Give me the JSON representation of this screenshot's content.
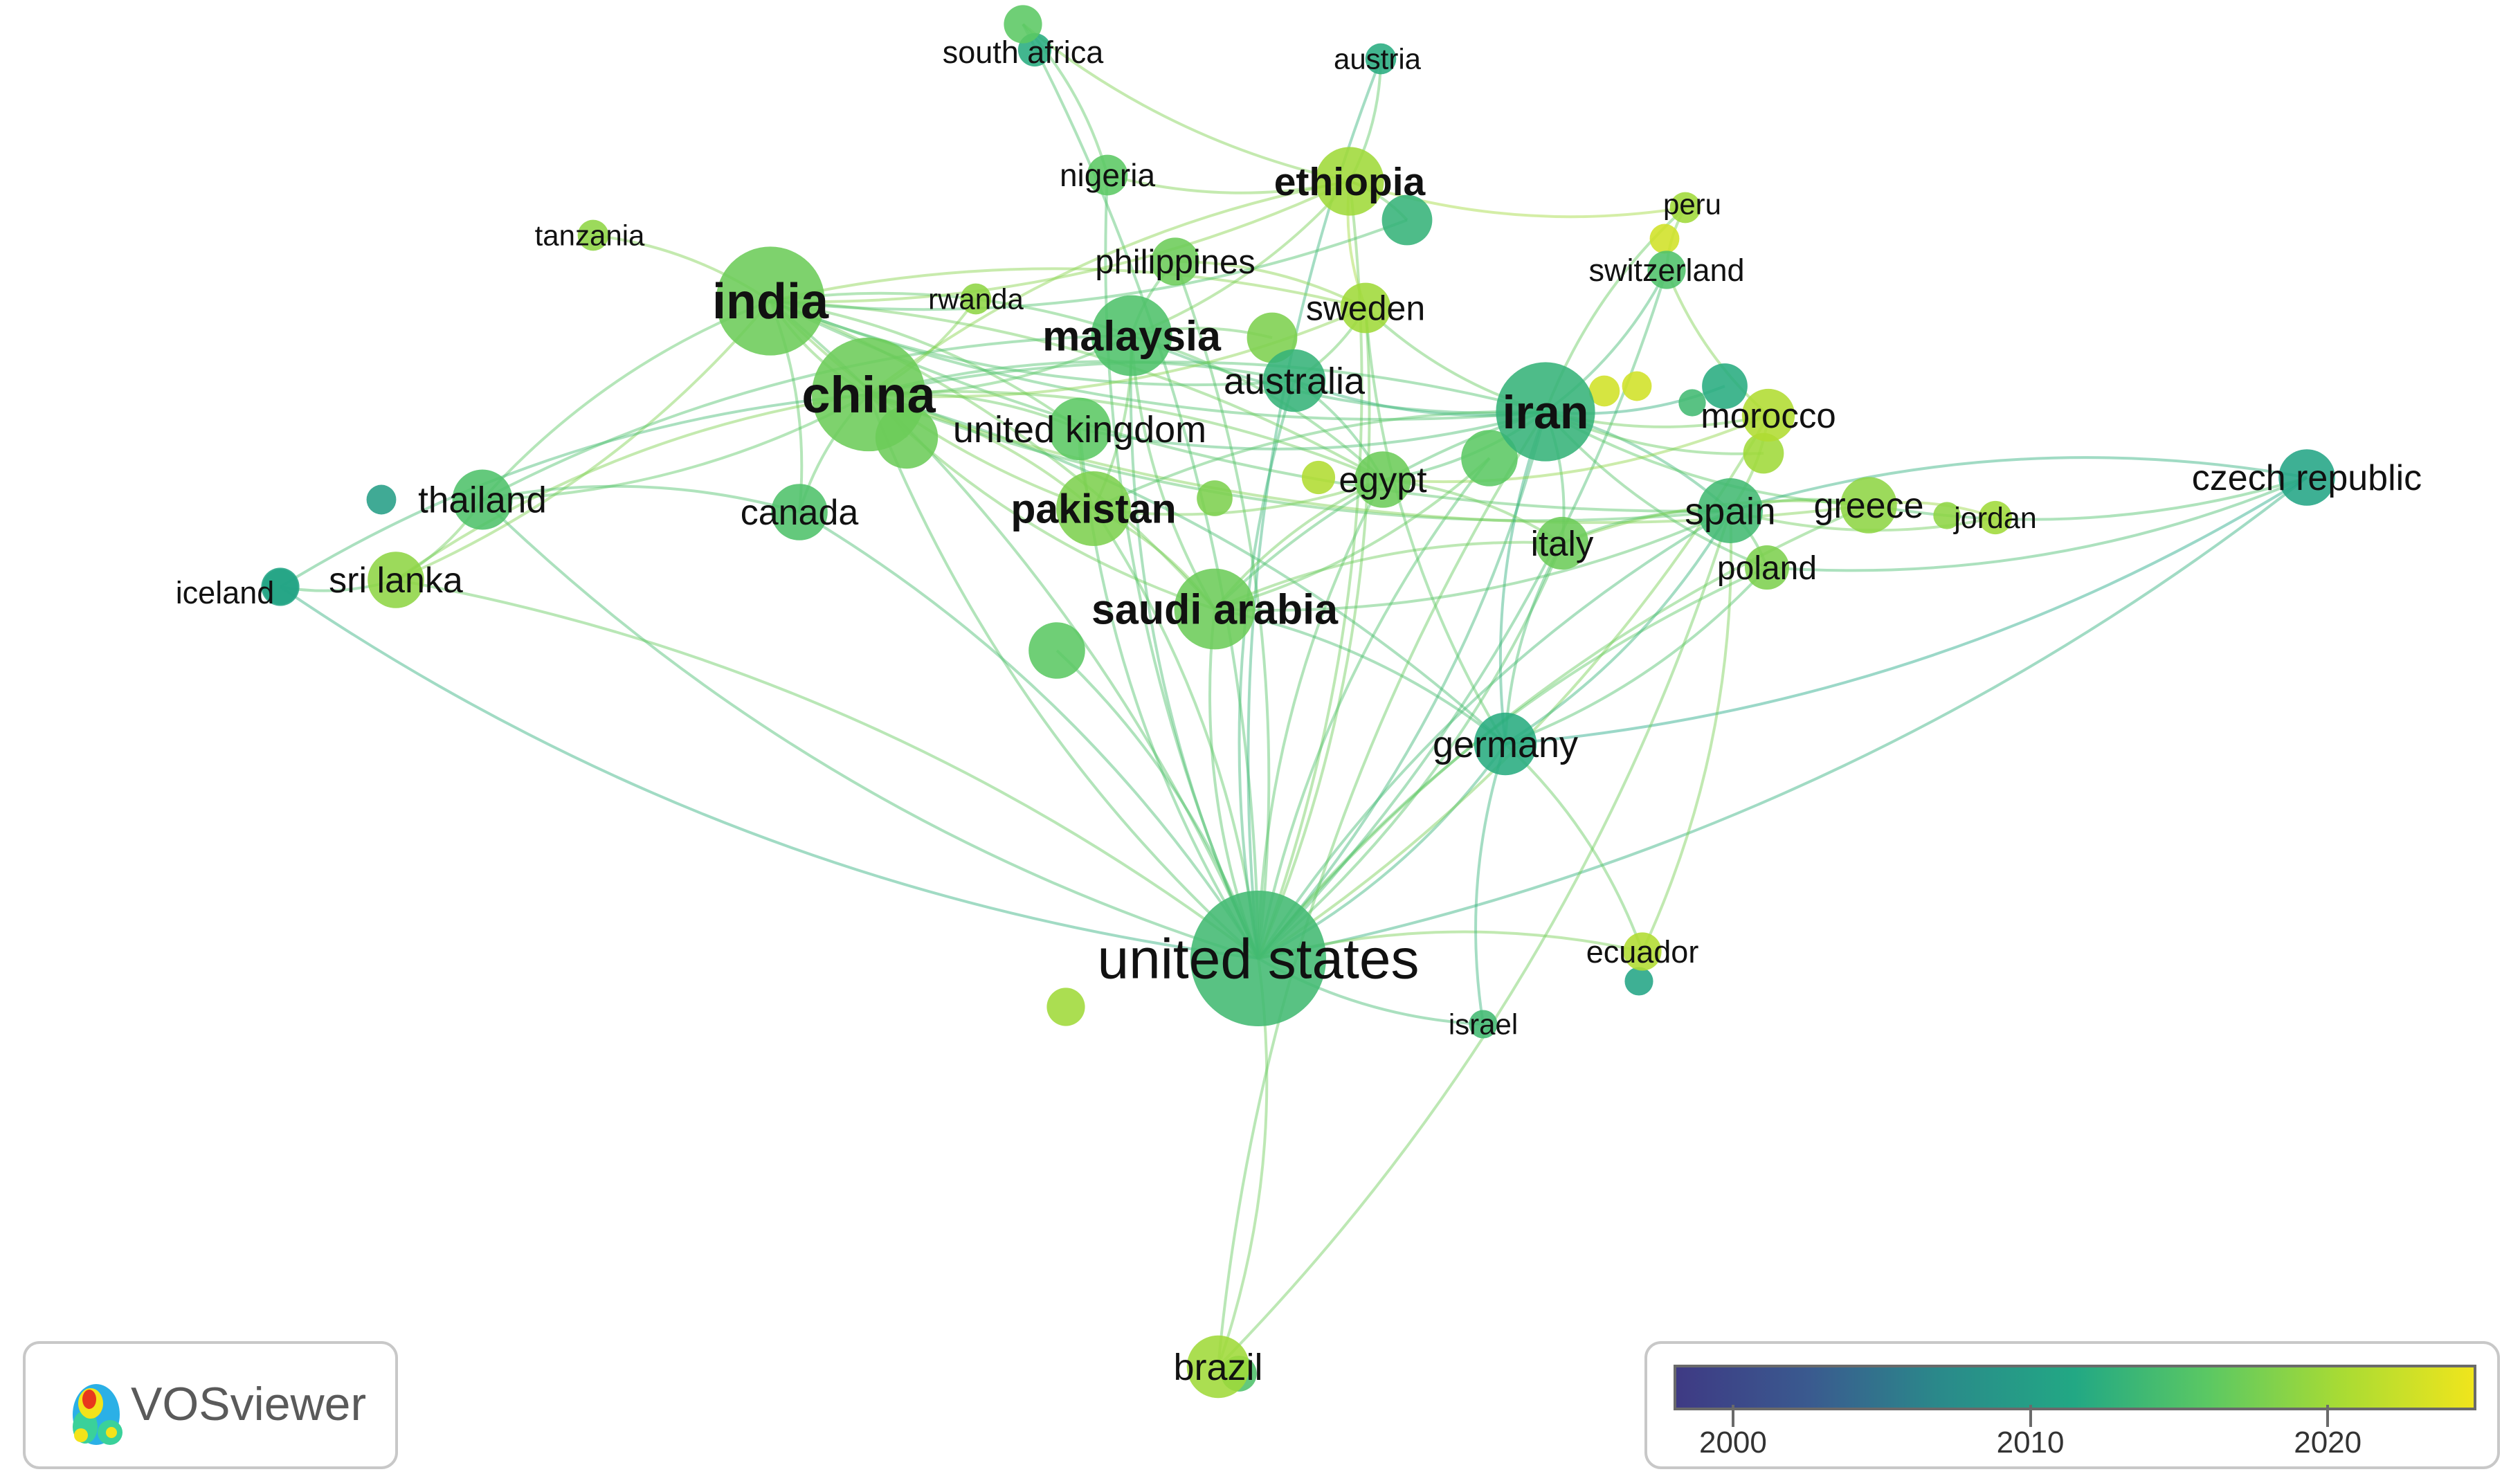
{
  "app": {
    "name": "VOSviewer"
  },
  "network": {
    "nodes": [
      {
        "id": "united_states",
        "label": "united states",
        "weight": 1.0,
        "year": 2014
      },
      {
        "id": "india",
        "label": "india",
        "weight": 0.78,
        "year": 2017
      },
      {
        "id": "china",
        "label": "china",
        "weight": 0.82,
        "year": 2017
      },
      {
        "id": "iran",
        "label": "iran",
        "weight": 0.7,
        "year": 2013
      },
      {
        "id": "malaysia",
        "label": "malaysia",
        "weight": 0.55,
        "year": 2015
      },
      {
        "id": "ethiopia",
        "label": "ethiopia",
        "weight": 0.45,
        "year": 2020
      },
      {
        "id": "saudi_arabia",
        "label": "saudi arabia",
        "weight": 0.55,
        "year": 2017
      },
      {
        "id": "pakistan",
        "label": "pakistan",
        "weight": 0.5,
        "year": 2018
      },
      {
        "id": "spain",
        "label": "spain",
        "weight": 0.42,
        "year": 2014
      },
      {
        "id": "germany",
        "label": "germany",
        "weight": 0.4,
        "year": 2012
      },
      {
        "id": "brazil",
        "label": "brazil",
        "weight": 0.4,
        "year": 2020
      },
      {
        "id": "czech_republic",
        "label": "czech republic",
        "weight": 0.35,
        "year": 2011
      },
      {
        "id": "united_kingdom",
        "label": "united kingdom",
        "weight": 0.4,
        "year": 2016
      },
      {
        "id": "canada",
        "label": "canada",
        "weight": 0.35,
        "year": 2015
      },
      {
        "id": "thailand",
        "label": "thailand",
        "weight": 0.38,
        "year": 2015
      },
      {
        "id": "sri_lanka",
        "label": "sri lanka",
        "weight": 0.35,
        "year": 2019
      },
      {
        "id": "egypt",
        "label": "egypt",
        "weight": 0.35,
        "year": 2017
      },
      {
        "id": "italy",
        "label": "italy",
        "weight": 0.32,
        "year": 2017
      },
      {
        "id": "greece",
        "label": "greece",
        "weight": 0.35,
        "year": 2019
      },
      {
        "id": "morocco",
        "label": "morocco",
        "weight": 0.32,
        "year": 2021
      },
      {
        "id": "poland",
        "label": "poland",
        "weight": 0.25,
        "year": 2018
      },
      {
        "id": "sweden",
        "label": "sweden",
        "weight": 0.3,
        "year": 2020
      },
      {
        "id": "australia",
        "label": "australia",
        "weight": 0.4,
        "year": 2013
      },
      {
        "id": "philippines",
        "label": "philippines",
        "weight": 0.28,
        "year": 2017
      },
      {
        "id": "nigeria",
        "label": "nigeria",
        "weight": 0.22,
        "year": 2016
      },
      {
        "id": "switzerland",
        "label": "switzerland",
        "weight": 0.2,
        "year": 2015
      },
      {
        "id": "peru",
        "label": "peru",
        "weight": 0.14,
        "year": 2020
      },
      {
        "id": "jordan",
        "label": "jordan",
        "weight": 0.16,
        "year": 2020
      },
      {
        "id": "south_africa",
        "label": "south africa",
        "weight": 0.2,
        "year": 2016
      },
      {
        "id": "austria",
        "label": "austria",
        "weight": 0.14,
        "year": 2012
      },
      {
        "id": "tanzania",
        "label": "tanzania",
        "weight": 0.14,
        "year": 2019
      },
      {
        "id": "rwanda",
        "label": "rwanda",
        "weight": 0.14,
        "year": 2019
      },
      {
        "id": "iceland",
        "label": "iceland",
        "weight": 0.2,
        "year": 2011
      },
      {
        "id": "ecuador",
        "label": "ecuador",
        "weight": 0.2,
        "year": 2021
      },
      {
        "id": "israel",
        "label": "israel",
        "weight": 0.12,
        "year": 2014
      },
      {
        "id": "u1",
        "label": "",
        "weight": 0.35,
        "year": 2016
      },
      {
        "id": "u2",
        "label": "",
        "weight": 0.4,
        "year": 2017
      },
      {
        "id": "u3",
        "label": "",
        "weight": 0.35,
        "year": 2016
      },
      {
        "id": "u4",
        "label": "",
        "weight": 0.3,
        "year": 2018
      },
      {
        "id": "u5",
        "label": "",
        "weight": 0.3,
        "year": 2013
      },
      {
        "id": "u6",
        "label": "",
        "weight": 0.26,
        "year": 2012
      },
      {
        "id": "u7",
        "label": "",
        "weight": 0.22,
        "year": 2020
      },
      {
        "id": "u8",
        "label": "",
        "weight": 0.2,
        "year": 2020
      },
      {
        "id": "u9",
        "label": "",
        "weight": 0.18,
        "year": 2018
      },
      {
        "id": "u10",
        "label": "",
        "weight": 0.16,
        "year": 2021
      },
      {
        "id": "u11",
        "label": "",
        "weight": 0.14,
        "year": 2023
      },
      {
        "id": "u12",
        "label": "",
        "weight": 0.13,
        "year": 2023
      },
      {
        "id": "u13",
        "label": "",
        "weight": 0.13,
        "year": 2023
      },
      {
        "id": "u14",
        "label": "",
        "weight": 0.13,
        "year": 2010
      },
      {
        "id": "u15",
        "label": "",
        "weight": 0.12,
        "year": 2011
      },
      {
        "id": "u16",
        "label": "",
        "weight": 0.11,
        "year": 2019
      },
      {
        "id": "u17",
        "label": "",
        "weight": 0.11,
        "year": 2014
      },
      {
        "id": "u18",
        "label": "",
        "weight": 0.18,
        "year": 2015
      },
      {
        "id": "u19",
        "label": "",
        "weight": 0.16,
        "year": 2012
      },
      {
        "id": "u20",
        "label": "",
        "weight": 0.18,
        "year": 2010
      }
    ],
    "links": [
      [
        "united_states",
        "india"
      ],
      [
        "united_states",
        "china"
      ],
      [
        "united_states",
        "iran"
      ],
      [
        "united_states",
        "malaysia"
      ],
      [
        "united_states",
        "ethiopia"
      ],
      [
        "united_states",
        "saudi_arabia"
      ],
      [
        "united_states",
        "pakistan"
      ],
      [
        "united_states",
        "spain"
      ],
      [
        "united_states",
        "germany"
      ],
      [
        "united_states",
        "brazil"
      ],
      [
        "united_states",
        "czech_republic"
      ],
      [
        "united_states",
        "united_kingdom"
      ],
      [
        "united_states",
        "canada"
      ],
      [
        "united_states",
        "thailand"
      ],
      [
        "united_states",
        "sri_lanka"
      ],
      [
        "united_states",
        "egypt"
      ],
      [
        "united_states",
        "italy"
      ],
      [
        "united_states",
        "greece"
      ],
      [
        "united_states",
        "sweden"
      ],
      [
        "united_states",
        "australia"
      ],
      [
        "united_states",
        "philippines"
      ],
      [
        "united_states",
        "nigeria"
      ],
      [
        "united_states",
        "south_africa"
      ],
      [
        "united_states",
        "ecuador"
      ],
      [
        "united_states",
        "israel"
      ],
      [
        "united_states",
        "poland"
      ],
      [
        "united_states",
        "morocco"
      ],
      [
        "united_states",
        "austria"
      ],
      [
        "united_states",
        "switzerland"
      ],
      [
        "united_states",
        "iceland"
      ],
      [
        "united_states",
        "u1"
      ],
      [
        "united_states",
        "u3"
      ],
      [
        "india",
        "china"
      ],
      [
        "india",
        "malaysia"
      ],
      [
        "india",
        "ethiopia"
      ],
      [
        "india",
        "saudi_arabia"
      ],
      [
        "india",
        "pakistan"
      ],
      [
        "india",
        "united_kingdom"
      ],
      [
        "india",
        "thailand"
      ],
      [
        "india",
        "sri_lanka"
      ],
      [
        "india",
        "iran"
      ],
      [
        "india",
        "sweden"
      ],
      [
        "india",
        "tanzania"
      ],
      [
        "india",
        "egypt"
      ],
      [
        "india",
        "australia"
      ],
      [
        "india",
        "canada"
      ],
      [
        "india",
        "spain"
      ],
      [
        "china",
        "iran"
      ],
      [
        "china",
        "malaysia"
      ],
      [
        "china",
        "pakistan"
      ],
      [
        "china",
        "saudi_arabia"
      ],
      [
        "china",
        "united_kingdom"
      ],
      [
        "china",
        "canada"
      ],
      [
        "china",
        "thailand"
      ],
      [
        "china",
        "sri_lanka"
      ],
      [
        "china",
        "australia"
      ],
      [
        "china",
        "sweden"
      ],
      [
        "china",
        "germany"
      ],
      [
        "china",
        "spain"
      ],
      [
        "china",
        "egypt"
      ],
      [
        "china",
        "greece"
      ],
      [
        "china",
        "ethiopia"
      ],
      [
        "china",
        "iceland"
      ],
      [
        "iran",
        "malaysia"
      ],
      [
        "iran",
        "saudi_arabia"
      ],
      [
        "iran",
        "spain"
      ],
      [
        "iran",
        "germany"
      ],
      [
        "iran",
        "italy"
      ],
      [
        "iran",
        "morocco"
      ],
      [
        "iran",
        "egypt"
      ],
      [
        "iran",
        "switzerland"
      ],
      [
        "iran",
        "peru"
      ],
      [
        "iran",
        "greece"
      ],
      [
        "iran",
        "sweden"
      ],
      [
        "iran",
        "poland"
      ],
      [
        "iran",
        "united_kingdom"
      ],
      [
        "iran",
        "pakistan"
      ],
      [
        "iran",
        "australia"
      ],
      [
        "malaysia",
        "saudi_arabia"
      ],
      [
        "malaysia",
        "pakistan"
      ],
      [
        "malaysia",
        "ethiopia"
      ],
      [
        "malaysia",
        "egypt"
      ],
      [
        "malaysia",
        "thailand"
      ],
      [
        "saudi_arabia",
        "egypt"
      ],
      [
        "saudi_arabia",
        "pakistan"
      ],
      [
        "saudi_arabia",
        "italy"
      ],
      [
        "saudi_arabia",
        "spain"
      ],
      [
        "saudi_arabia",
        "germany"
      ],
      [
        "ethiopia",
        "sweden"
      ],
      [
        "ethiopia",
        "south_africa"
      ],
      [
        "ethiopia",
        "austria"
      ],
      [
        "ethiopia",
        "nigeria"
      ],
      [
        "ethiopia",
        "peru"
      ],
      [
        "spain",
        "greece"
      ],
      [
        "spain",
        "italy"
      ],
      [
        "spain",
        "germany"
      ],
      [
        "spain",
        "morocco"
      ],
      [
        "spain",
        "poland"
      ],
      [
        "spain",
        "jordan"
      ],
      [
        "spain",
        "czech_republic"
      ],
      [
        "greece",
        "czech_republic"
      ],
      [
        "greece",
        "jordan"
      ],
      [
        "greece",
        "italy"
      ],
      [
        "germany",
        "ecuador"
      ],
      [
        "germany",
        "israel"
      ],
      [
        "germany",
        "italy"
      ],
      [
        "germany",
        "poland"
      ],
      [
        "germany",
        "sweden"
      ],
      [
        "germany",
        "czech_republic"
      ],
      [
        "sri_lanka",
        "iceland"
      ],
      [
        "sri_lanka",
        "thailand"
      ],
      [
        "thailand",
        "canada"
      ],
      [
        "pakistan",
        "egypt"
      ],
      [
        "pakistan",
        "united_kingdom"
      ],
      [
        "egypt",
        "morocco"
      ],
      [
        "egypt",
        "italy"
      ],
      [
        "switzerland",
        "morocco"
      ],
      [
        "switzerland",
        "peru"
      ],
      [
        "australia",
        "sweden"
      ],
      [
        "australia",
        "egypt"
      ],
      [
        "philippines",
        "malaysia"
      ],
      [
        "philippines",
        "sweden"
      ],
      [
        "nigeria",
        "south_africa"
      ],
      [
        "rwanda",
        "china"
      ],
      [
        "brazil",
        "spain"
      ],
      [
        "brazil",
        "iran"
      ],
      [
        "ecuador",
        "spain"
      ],
      [
        "czech_republic",
        "poland"
      ],
      [
        "india",
        "u5"
      ],
      [
        "china",
        "u2"
      ],
      [
        "iran",
        "u6"
      ],
      [
        "malaysia",
        "u4"
      ],
      [
        "saudi_arabia",
        "u3"
      ],
      [
        "ethiopia",
        "u5"
      ],
      [
        "iran",
        "u7"
      ]
    ]
  },
  "legend": {
    "colors": [
      "#3e3a84",
      "#3a5a8f",
      "#2a8a8a",
      "#22a884",
      "#5bc863",
      "#a8db34",
      "#f0e51c"
    ],
    "ticks": [
      "2000",
      "2010",
      "2020"
    ],
    "min_year": 1998,
    "max_year": 2025
  }
}
